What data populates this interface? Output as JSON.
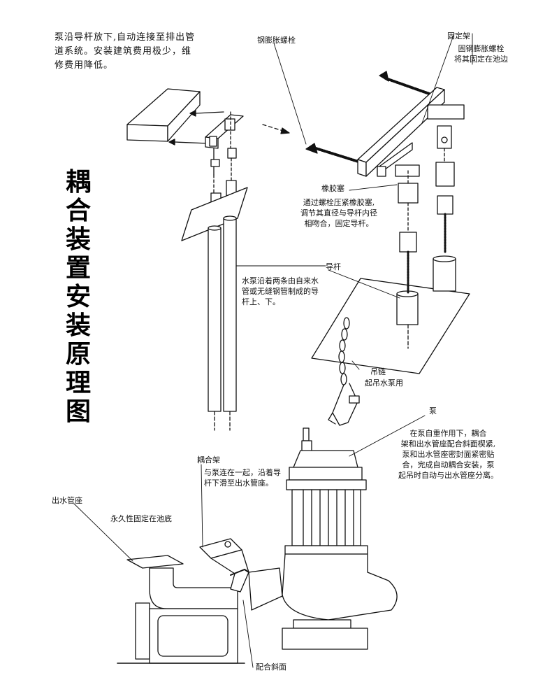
{
  "title": "耦合装置安装原理图",
  "intro_note": "泵沿导杆放下,自动连接至排出管道系统。安装建筑费用极少，维修费用降低。",
  "labels": {
    "expansion_bolt": "钢膨胀螺栓",
    "fixed_bracket": "固定架",
    "fixed_bracket_desc": "固钢膨胀螺栓\n将其固定在池边",
    "rubber_plug": "橡胶塞",
    "rubber_plug_desc": "通过螺栓压紧橡胶塞,\n调节其直径与导杆内径\n相吻合，固定导杆。",
    "guide_rod": "导杆",
    "guide_rod_desc": "水泵沿着两条由自来水\n管或无缝钢管制成的导\n杆上、下。",
    "lifting_chain": "吊链",
    "lifting_chain_desc": "起吊水泵用",
    "pump": "泵",
    "pump_desc": "在泵自重作用下，耦合\n架和出水管座配合斜面楔紧,\n泵和出水管座密封面紧密贴\n合，完成自动耦合安装，泵\n起吊时自动与出水管座分离。",
    "coupling_frame": "耦合架",
    "coupling_frame_desc": "与泵连在一起，沿着导\n杆下滑至出水管座。",
    "outlet_base": "出水管座",
    "outlet_base_desc": "永久性固定在池底",
    "mating_slope": "配合斜面"
  }
}
